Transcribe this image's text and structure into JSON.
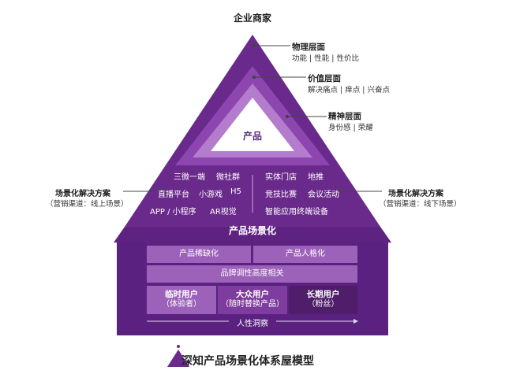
{
  "top_title": "企业商家",
  "layers": [
    {
      "heading": "物理层面",
      "sub": "功能 | 性能 | 性价比"
    },
    {
      "heading": "价值层面",
      "sub": "解决痛点 | 痒点 | 兴奋点"
    },
    {
      "heading": "精神层面",
      "sub": "身份感 | 荣耀"
    }
  ],
  "center_label": "产品",
  "online": {
    "heading": "场景化解决方案",
    "sub": "（营销渠道：线上场景）",
    "items": [
      "三微一端",
      "微社群",
      "直播平台",
      "小游戏",
      "H5",
      "APP / 小程序",
      "AR视觉"
    ]
  },
  "offline": {
    "heading": "场景化解决方案",
    "sub": "（营销渠道：线下场景）",
    "items": [
      "实体门店",
      "地推",
      "竞技比赛",
      "会议活动",
      "智能应用终端设备"
    ]
  },
  "band_title": "产品场景化",
  "base": {
    "row1": [
      "产品稀缺化",
      "产品人格化"
    ],
    "row2": "品牌调性高度相关",
    "users": [
      {
        "title": "临时用户",
        "sub": "（体验者）"
      },
      {
        "title": "大众用户",
        "sub": "（随时替换产品）"
      },
      {
        "title": "长期用户",
        "sub": "（粉丝）"
      }
    ],
    "arrow_label": "人性洞察"
  },
  "caption": "深知产品场景化体系屋模型",
  "colors": {
    "outer": "#6a2a8c",
    "mid": "#8d46b0",
    "inner": "#b47ccc",
    "cell_light": "#9c62ba",
    "cell_mid": "#7e3c9e",
    "cell_dark": "#4f1d69"
  }
}
